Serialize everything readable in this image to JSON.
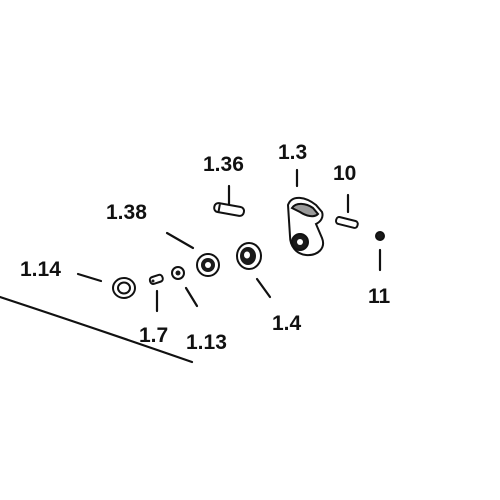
{
  "labels": {
    "part_1_36": "1.36",
    "part_1_3": "1.3",
    "part_10": "10",
    "part_1_38": "1.38",
    "part_1_14": "1.14",
    "part_11": "11",
    "part_1_7": "1.7",
    "part_1_13": "1.13",
    "part_1_4": "1.4"
  },
  "colors": {
    "ink": "#111111",
    "fill_dark": "#1a1a1a",
    "fill_light": "#ffffff",
    "fill_grey": "#9a9a9a"
  }
}
